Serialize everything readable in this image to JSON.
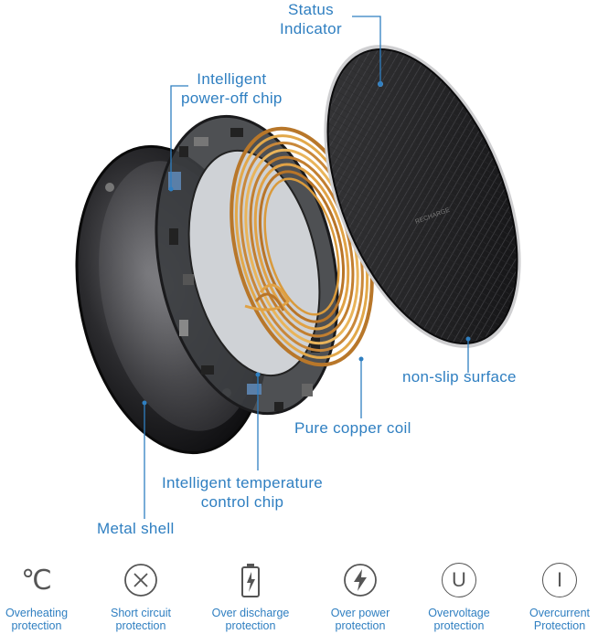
{
  "callouts": {
    "status_indicator": [
      "Status",
      "Indicator"
    ],
    "power_off_chip": [
      "Intelligent",
      "power-off chip"
    ],
    "non_slip_surface": "non-slip surface",
    "copper_coil": "Pure copper coil",
    "temperature_chip": [
      "Intelligent temperature",
      "control chip"
    ],
    "metal_shell": "Metal shell"
  },
  "features": [
    {
      "icon": "celsius-icon",
      "symbol": "℃",
      "label": [
        "Overheating",
        "protection"
      ]
    },
    {
      "icon": "short-circuit-icon",
      "label": [
        "Short circuit",
        "protection"
      ]
    },
    {
      "icon": "battery-icon",
      "label": [
        "Over discharge",
        "protection"
      ]
    },
    {
      "icon": "lightning-icon",
      "label": [
        "Over power",
        "protection"
      ]
    },
    {
      "icon": "voltage-icon",
      "symbol": "U",
      "label": [
        "Overvoltage",
        "protection"
      ]
    },
    {
      "icon": "current-icon",
      "symbol": "I",
      "label": [
        "Overcurrent",
        "Protection"
      ]
    }
  ],
  "colors": {
    "accent": "#2f7fc1",
    "pad_surface": "#1c1c1e",
    "copper": "#d89a3a",
    "shell": "#2a2a2c",
    "icon_gray": "#555555"
  }
}
